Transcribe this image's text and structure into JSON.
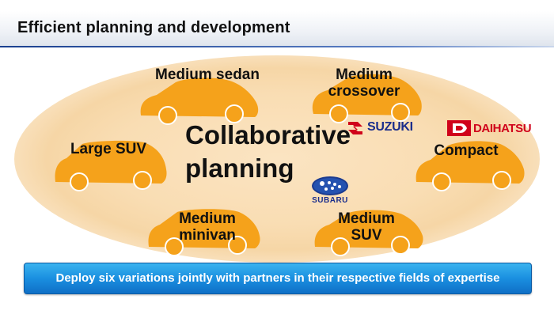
{
  "header": {
    "title": "Efficient planning and development"
  },
  "center": {
    "line1": "Collaborative",
    "line2": "planning"
  },
  "vehicles": [
    {
      "line1": "Medium sedan",
      "line2": ""
    },
    {
      "line1": "Medium",
      "line2": "crossover"
    },
    {
      "line1": "Large SUV",
      "line2": ""
    },
    {
      "line1": "Compact",
      "line2": ""
    },
    {
      "line1": "Medium",
      "line2": "minivan"
    },
    {
      "line1": "Medium",
      "line2": "SUV"
    }
  ],
  "partners": {
    "suzuki": "SUZUKI",
    "daihatsu": "DAIHATSU",
    "subaru": "SUBARU"
  },
  "footer": {
    "text": "Deploy six variations jointly with partners in their respective fields of expertise"
  },
  "colors": {
    "car_orange": "#f5a21b",
    "title_rule": "#1a3f8f",
    "banner_blue": "#1a8fe0",
    "suzuki_blue": "#1a2d8c",
    "daihatsu_red": "#d0021b"
  },
  "icons": [
    "car-silhouette-icon",
    "suzuki-logo-icon",
    "daihatsu-logo-icon",
    "subaru-logo-icon"
  ]
}
